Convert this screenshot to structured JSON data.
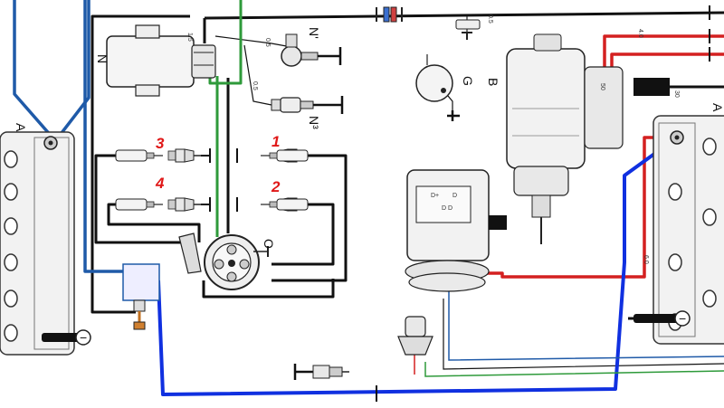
{
  "labels": {
    "battery_left": "A",
    "battery_right": "A",
    "starter": "B",
    "oil_light": "G",
    "coil": "N",
    "vacuum": "N'",
    "sensor": "N³",
    "distributor": "O",
    "plug_1": "1",
    "plug_2": "2",
    "plug_3": "3",
    "plug_4": "4",
    "battery_minus": "−",
    "wire_05a": "0.5",
    "wire_05b": "0.5",
    "wire_05c": "0.5",
    "wire_15": "1.5",
    "wire_40": "4.0",
    "wire_60": "6.0",
    "term_50": "50",
    "term_30": "30",
    "gen_d_plus": "D+",
    "gen_dd": "D D",
    "reg_d": "D"
  },
  "colors": {
    "wire_black": "#111111",
    "wire_blue": "#1f5aa8",
    "wire_bright_blue": "#1030e0",
    "wire_red": "#d42020",
    "wire_green": "#2e9a3a",
    "plug_number": "#e01818",
    "battery_body": "#f2f2f2"
  },
  "icons": [
    "coil-icon",
    "spark-plug-icon",
    "distributor-icon",
    "starter-motor-icon",
    "generator-icon",
    "regulator-icon",
    "battery-icon",
    "lamp-icon"
  ]
}
